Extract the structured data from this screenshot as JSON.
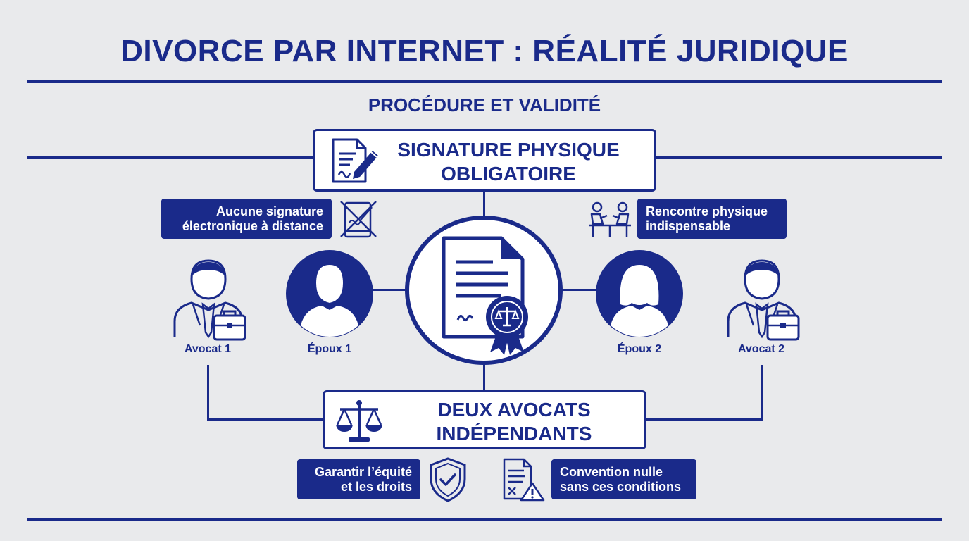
{
  "header": {
    "title": "DIVORCE PAR INTERNET : RÉALITÉ JURIDIQUE",
    "subtitle": "PROCÉDURE ET VALIDITÉ"
  },
  "top_box": {
    "line1": "SIGNATURE PHYSIQUE",
    "line2": "OBLIGATOIRE",
    "icon": "document-pen-icon"
  },
  "bottom_box": {
    "line1": "DEUX AVOCATS",
    "line2": "INDÉPENDANTS",
    "icon": "scales-icon"
  },
  "tags": {
    "no_esign": {
      "line1": "Aucune signature",
      "line2": "électronique à distance",
      "icon": "no-tablet-signature-icon"
    },
    "meeting": {
      "line1": "Rencontre physique",
      "line2": "indispensable",
      "icon": "meeting-icon"
    },
    "equity": {
      "line1": "Garantir l’équité",
      "line2": "et les droits",
      "icon": "shield-check-icon"
    },
    "void": {
      "line1": "Convention nulle",
      "line2": "sans ces conditions",
      "icon": "document-warning-icon"
    }
  },
  "people": {
    "avocat1": "Avocat 1",
    "epoux1": "Époux 1",
    "epoux2": "Époux 2",
    "avocat2": "Avocat 2"
  },
  "center": {
    "icon": "certified-document-icon"
  },
  "colors": {
    "primary": "#1a2a8a",
    "background": "#e9eaec",
    "white": "#ffffff"
  }
}
